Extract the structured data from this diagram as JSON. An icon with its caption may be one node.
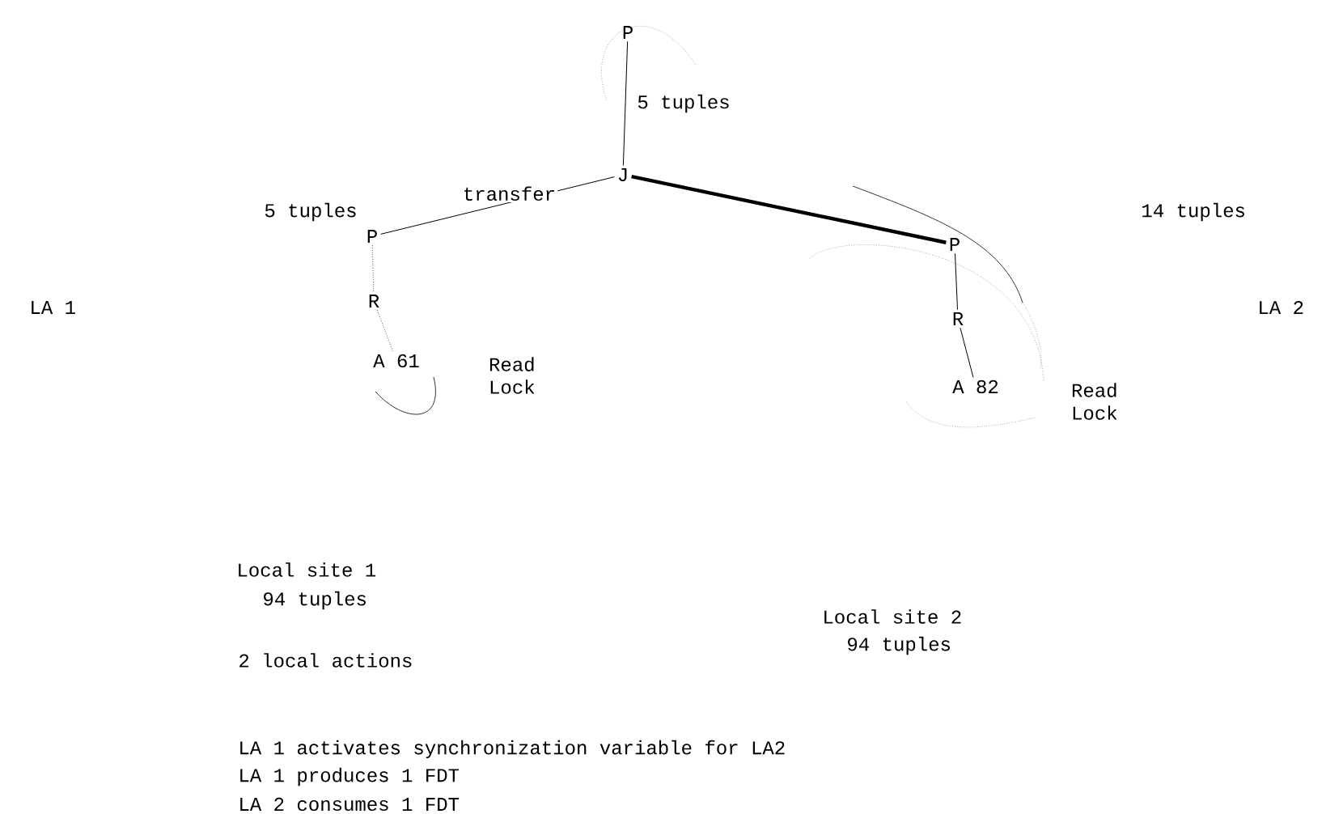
{
  "diagram": {
    "nodes": [
      {
        "text": [
          "P"
        ]
      },
      {
        "text": [
          "J"
        ]
      },
      {
        "text": [
          "P"
        ]
      },
      {
        "text": [
          "R"
        ]
      },
      {
        "text": [
          "A 61"
        ],
        "beside": [
          "Read Lock"
        ]
      },
      {
        "text": [
          "P"
        ]
      },
      {
        "text": [
          "R"
        ]
      },
      {
        "text": [
          "A 82"
        ],
        "beside": [
          "Read Lock"
        ]
      }
    ],
    "edges": [
      {
        "from": 0,
        "to": 1,
        "arrow": "none",
        "label": "5 tuples"
      },
      {
        "from": 1,
        "to": 2,
        "arrow": "none",
        "label": "transfer"
      },
      {
        "from": 1,
        "to": 5,
        "arrow": "none",
        "style": "thick"
      },
      {
        "from": 2,
        "to": 3,
        "arrow": "none",
        "style": "dashed"
      },
      {
        "from": 3,
        "to": 4,
        "arrow": "none",
        "style": "dashed"
      },
      {
        "from": 5,
        "to": 6,
        "arrow": "none"
      },
      {
        "from": 6,
        "to": 7,
        "arrow": "none"
      }
    ],
    "labels": [
      "5 tuples",
      "14 tuples",
      "LA 1",
      "LA 2",
      "Local site 1",
      "94 tuples",
      "Local site 2",
      "94 tuples",
      "2 local actions",
      "LA 1 activates synchronization variable for LA2",
      "LA 1 produces 1 FDT",
      "LA 2 consumes 1 FDT"
    ]
  }
}
